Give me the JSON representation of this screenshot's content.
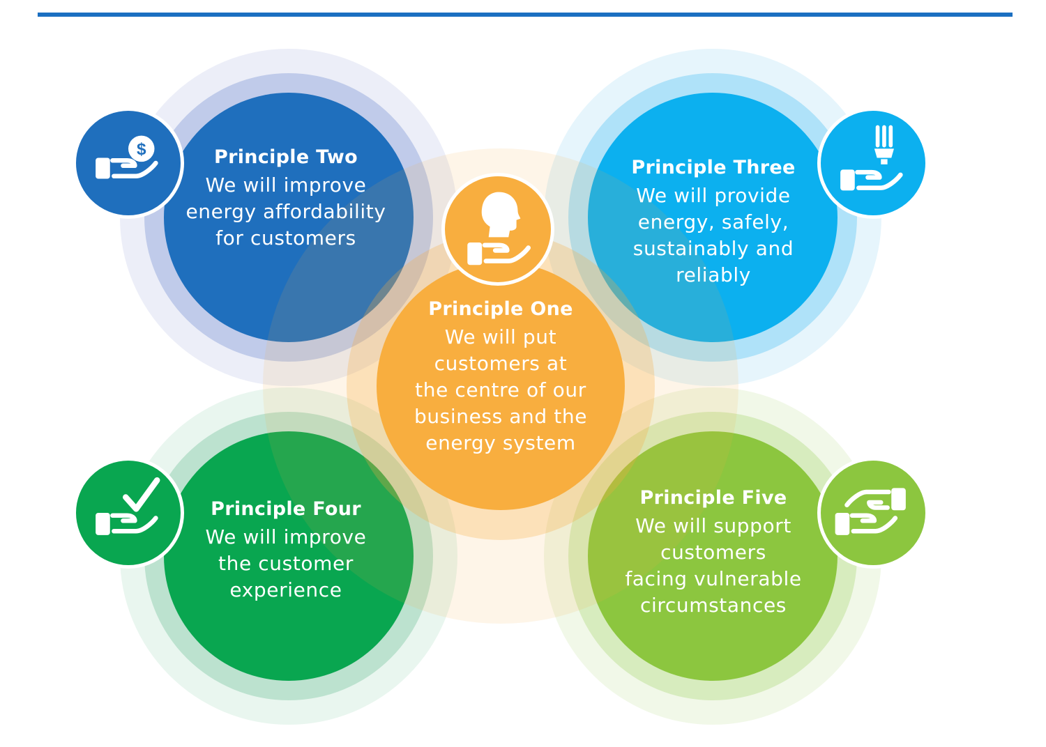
{
  "colors": {
    "rule": "#1b6fc1",
    "two": "#1f6fbd",
    "three": "#0cb0ef",
    "one": "#f8ae3f",
    "four": "#09a650",
    "five": "#8cc63f"
  },
  "principles": {
    "one": {
      "title": "Principle One",
      "lines": [
        "We will put",
        "customers at",
        "the centre of our",
        "business and the",
        "energy system"
      ],
      "icon": "head-in-hand-icon"
    },
    "two": {
      "title": "Principle Two",
      "lines": [
        "We will improve",
        "energy affordability",
        "for customers"
      ],
      "icon": "dollar-coin-in-hand-icon"
    },
    "three": {
      "title": "Principle Three",
      "lines": [
        "We will provide",
        "energy, safely,",
        "sustainably and",
        "reliably"
      ],
      "icon": "lightbulb-in-hand-icon"
    },
    "four": {
      "title": "Principle Four",
      "lines": [
        "We will improve",
        "the customer",
        "experience"
      ],
      "icon": "checkmark-in-hand-icon"
    },
    "five": {
      "title": "Principle Five",
      "lines": [
        "We will support",
        "customers",
        "facing vulnerable",
        "circumstances"
      ],
      "icon": "helping-hands-icon"
    }
  }
}
